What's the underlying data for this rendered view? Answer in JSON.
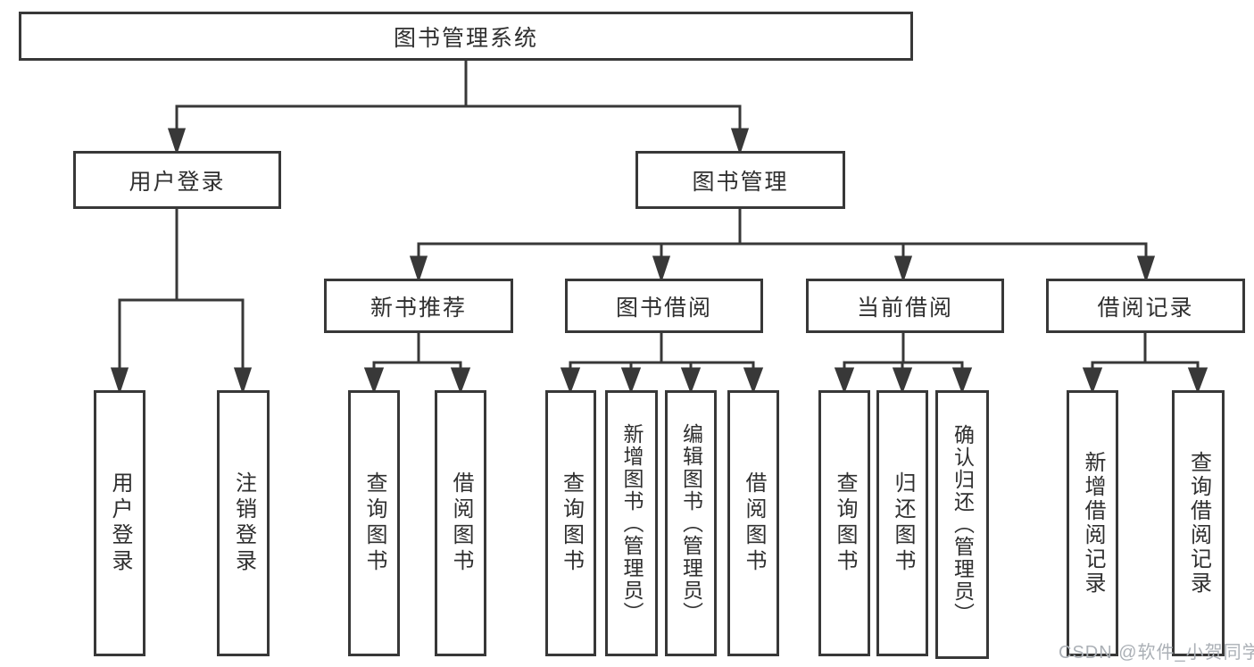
{
  "diagram": {
    "title": "图书管理系统",
    "tree": {
      "root": {
        "label": "图书管理系统",
        "children": [
          {
            "label": "用户登录",
            "children": [
              {
                "label": "用户登录"
              },
              {
                "label": "注销登录"
              }
            ]
          },
          {
            "label": "图书管理",
            "children": [
              {
                "label": "新书推荐",
                "children": [
                  {
                    "label": "查询图书"
                  },
                  {
                    "label": "借阅图书"
                  }
                ]
              },
              {
                "label": "图书借阅",
                "children": [
                  {
                    "label": "查询图书"
                  },
                  {
                    "label": "新增图书（管理员）"
                  },
                  {
                    "label": "编辑图书（管理员）"
                  },
                  {
                    "label": "借阅图书"
                  }
                ]
              },
              {
                "label": "当前借阅",
                "children": [
                  {
                    "label": "查询图书"
                  },
                  {
                    "label": "归还图书"
                  },
                  {
                    "label": "确认归还（管理员）"
                  }
                ]
              },
              {
                "label": "借阅记录",
                "children": [
                  {
                    "label": "新增借阅记录"
                  },
                  {
                    "label": "查询借阅记录"
                  }
                ]
              }
            ]
          }
        ]
      }
    },
    "colors": {
      "line": "#383838",
      "text": "#2f2f2f",
      "background": "#ffffff",
      "watermark_color": "#abb0b6"
    },
    "watermark": "CSDN @软件_小贺同学"
  }
}
